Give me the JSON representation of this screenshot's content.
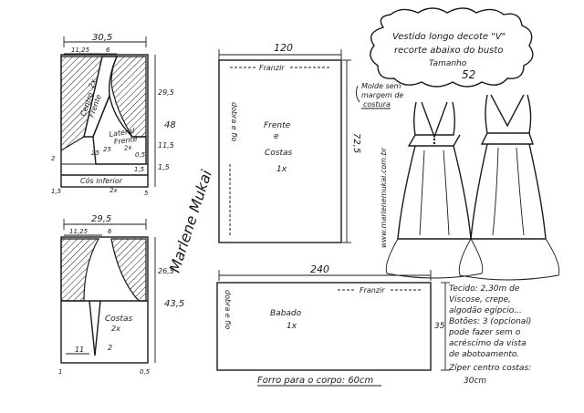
{
  "title": {
    "line1": "Vestido longo decote \"V\"",
    "line2": "recorte abaixo do busto",
    "size_label": "Tamanho",
    "size_value": "52"
  },
  "note": {
    "line1": "Molde sem",
    "line2": "margem de",
    "line3": "costura"
  },
  "website": "www.marlenemukai.com.br",
  "signature": "Marlene Mukai",
  "pieces": {
    "front": {
      "top_width": "30,5",
      "dim_a": "11,25",
      "dim_b": "6",
      "dim_right_1": "29,5",
      "dim_right_2": "48",
      "dim_right_3": "11,5",
      "dim_right_4": "1,5",
      "dim_small_1": "2",
      "dim_small_2": "1,5",
      "dim_small_3": "5",
      "label_center_1": "Centro",
      "label_center_2": "Frente",
      "label_center_3": "2x",
      "label_lateral_1": "Lateral",
      "label_lateral_2": "Frente",
      "label_lateral_3": "2x",
      "label_cos": "Cós inferior",
      "label_cos_qty": "2x",
      "mark_1": "25",
      "mark_2": "25",
      "mark_3": "0,5",
      "mark_4": "1,5"
    },
    "back": {
      "top_width": "29,5",
      "dim_a": "11,25",
      "dim_b": "6",
      "dim_right_1": "26,5",
      "dim_right_2": "43,5",
      "dim_bottom_left": "11",
      "dim_bottom_mark": "2",
      "dim_bottom_1": "1",
      "dim_bottom_2": "0,5",
      "label_1": "Costas",
      "label_2": "2x"
    },
    "skirt": {
      "top_width": "120",
      "right_height": "72,5",
      "top_label": "Franzir",
      "side_label": "dobra e fio",
      "label_1": "Frente",
      "label_2": "e",
      "label_3": "Costas",
      "label_4": "1x"
    },
    "ruffle": {
      "top_width": "240",
      "right_height": "35",
      "top_label": "Franzir",
      "side_label": "dobra e fio",
      "label_1": "Babado",
      "label_2": "1x"
    },
    "fold_label": "dobra e fio"
  },
  "lining_note": "Forro para o corpo: 60cm",
  "materials": {
    "line1": "Tecido: 2,30m de",
    "line2": "Viscose, crepe,",
    "line3": "algodão egípcio...",
    "line4": "Botões: 3 (opcional)",
    "line5": "pode fazer sem o",
    "line6": "acréscimo da vista",
    "line7": "de abotoamento.",
    "line8": "Zíper centro costas:",
    "line9": "30cm"
  }
}
